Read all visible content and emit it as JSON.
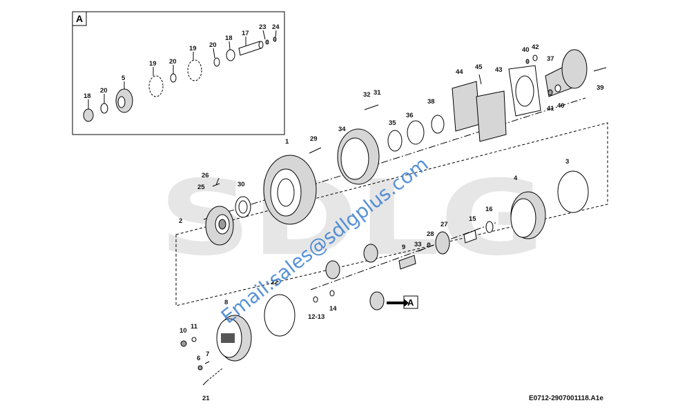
{
  "detail_box": {
    "letter": "A"
  },
  "callout": {
    "letter": "A"
  },
  "drawing_code": "E0712-2907001118.A1e",
  "watermark": {
    "logo_letters": "SDLG",
    "email": "Email:sales@sdlgplus.com"
  },
  "part_labels": {
    "p1": "1",
    "p2": "2",
    "p3": "3",
    "p4": "4",
    "p5": "5",
    "p6": "6",
    "p7": "7",
    "p8": "8",
    "p9": "9",
    "p10": "10",
    "p11": "11",
    "p12_13": "12-13",
    "p14": "14",
    "p15": "15",
    "p16": "16",
    "p17": "17",
    "p18a": "18",
    "p18b": "18",
    "p19a": "19",
    "p19b": "19",
    "p20a": "20",
    "p20b": "20",
    "p20c": "20",
    "p21": "21",
    "p22": "22",
    "p23": "23",
    "p24": "24",
    "p25": "25",
    "p26": "26",
    "p27": "27",
    "p28": "28",
    "p29": "29",
    "p30": "30",
    "p31": "31",
    "p32": "32",
    "p33": "33",
    "p34": "34",
    "p35": "35",
    "p36": "36",
    "p37": "37",
    "p38": "38",
    "p39": "39",
    "p40a": "40",
    "p40b": "40",
    "p41": "41",
    "p42": "42",
    "p43": "43",
    "p44": "44",
    "p45": "45"
  }
}
